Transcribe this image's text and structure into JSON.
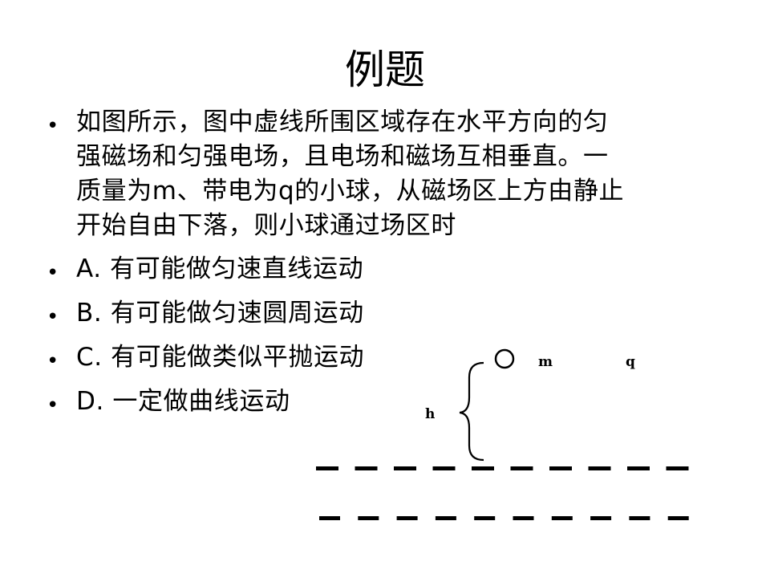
{
  "slide": {
    "title": "例题",
    "question": {
      "lines": [
        "如图所示，图中虚线所围区域存在水平方向的匀",
        "强磁场和匀强电场，且电场和磁场互相垂直。一",
        "质量为m、带电为q的小球，从磁场区上方由静止",
        "开始自由下落，则小球通过场区时"
      ]
    },
    "options": [
      "A. 有可能做匀速直线运动",
      "B. 有可能做匀速圆周运动",
      "C. 有可能做类似平抛运动",
      "D. 一定做曲线运动"
    ],
    "bullet_char": "•"
  },
  "diagram": {
    "mass_label": "m",
    "charge_label": "q",
    "height_label": "h",
    "dashes_per_line": 10
  }
}
